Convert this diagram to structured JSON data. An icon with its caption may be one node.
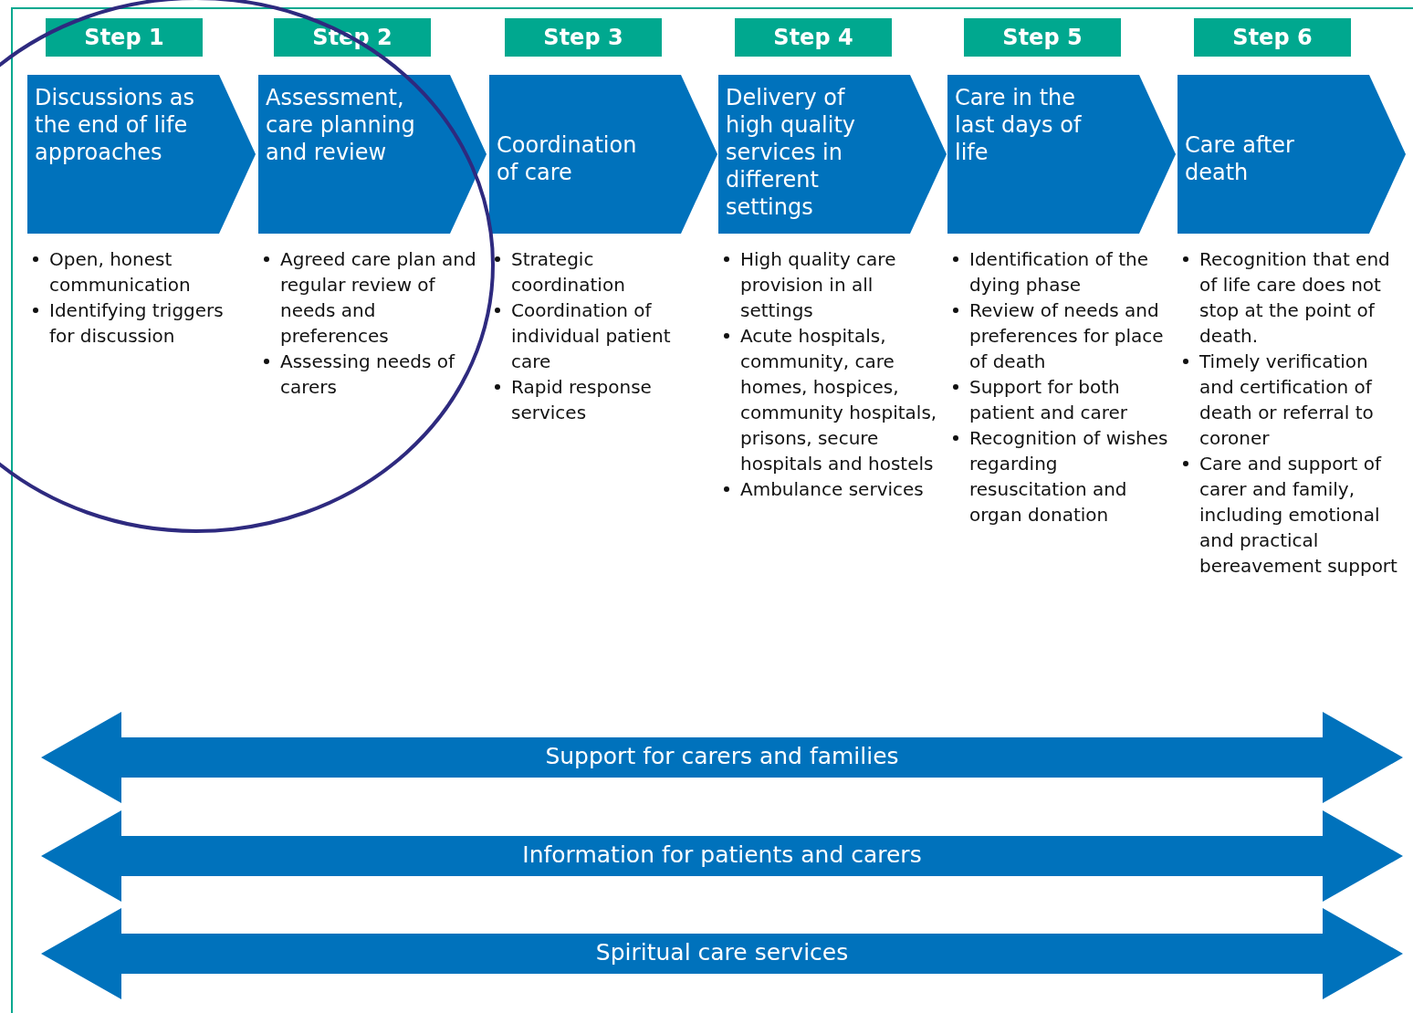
{
  "diagram": {
    "nodes": [
      {
        "text": [
          "Step 1"
        ]
      },
      {
        "text": [
          "Step 2"
        ]
      },
      {
        "text": [
          "Step 3"
        ]
      },
      {
        "text": [
          "Step 4"
        ]
      },
      {
        "text": [
          "Step 5"
        ]
      },
      {
        "text": [
          "Step 6"
        ]
      },
      {
        "text": [
          "Discussions as the end of life approaches"
        ],
        "beside": [
          "Open, honest communication",
          "Identifying triggers for discussion"
        ]
      },
      {
        "text": [
          "Assessment, care planning and review"
        ],
        "beside": [
          "Agreed care plan and regular review of needs and preferences",
          "Assessing needs of carers"
        ]
      },
      {
        "text": [
          "Coordination of care"
        ],
        "beside": [
          "Strategic coordination",
          "Coordination of individual patient care",
          "Rapid response services"
        ]
      },
      {
        "text": [
          "Delivery of high quality services in different settings"
        ],
        "beside": [
          "High quality care provision in all settings",
          "Acute hospitals, community, care homes, hospices, community hospitals, prisons, secure hospitals and hostels",
          "Ambulance services"
        ]
      },
      {
        "text": [
          "Care in the last days of life"
        ],
        "beside": [
          "Identification of the dying phase",
          "Review of needs and preferences for place of death",
          "Support for both patient and carer",
          "Recognition of wishes regarding resuscitation and organ donation"
        ]
      },
      {
        "text": [
          "Care after death"
        ],
        "beside": [
          "Recognition that end of life care does not stop at the point of death.",
          "Timely verification and certification of death or referral to coroner",
          "Care and support of carer and family, including emotional and practical bereavement support"
        ]
      },
      {
        "text": [
          "Support for carers and families"
        ]
      },
      {
        "text": [
          "Information for patients and carers"
        ]
      },
      {
        "text": [
          "Spiritual care services"
        ]
      }
    ]
  }
}
